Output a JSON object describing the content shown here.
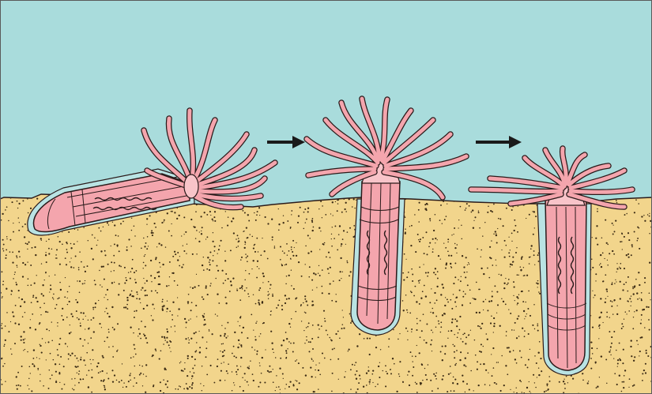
{
  "diagram": {
    "stages": [
      {
        "label": "",
        "posture": "horizontal-on-surface"
      },
      {
        "label": "",
        "posture": "half-burrowed"
      },
      {
        "label": "",
        "posture": "fully-burrowed"
      }
    ],
    "arrows": [
      {
        "from": 1,
        "to": 2
      },
      {
        "from": 2,
        "to": 3
      }
    ]
  },
  "colors": {
    "water": "#a9dcdc",
    "sand": "#f2d58c",
    "sand_dot": "#3a2a14",
    "body": "#f4a5ad",
    "body_light": "#f8c4c9",
    "outline": "#2a1a1a",
    "mucus": "#b9e3e3",
    "arrow": "#1a1a1a",
    "border": "#5a5a5a"
  }
}
